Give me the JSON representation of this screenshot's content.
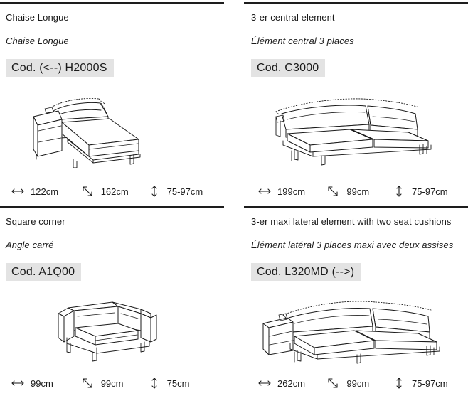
{
  "document": {
    "type": "furniture-spec-sheet",
    "columns": 2,
    "rows": 2,
    "badge_color": "#e3e3e3",
    "rule_color": "#1d1d1d",
    "text_color": "#1a1a1a"
  },
  "dimension_labels": {
    "width_icon": "horizontal-double-arrow-icon",
    "depth_icon": "diagonal-arrow-icon",
    "height_icon": "vertical-double-arrow-icon"
  },
  "items": [
    {
      "id": "chaise-longue",
      "title_en": "Chaise Longue",
      "title_fr": "Chaise Longue",
      "code": "Cod. (<--) H2000S",
      "illustration": "chaise-longue-drawing",
      "width": "122cm",
      "depth": "162cm",
      "height": "75-97cm"
    },
    {
      "id": "central-element-3",
      "title_en": "3-er central element",
      "title_fr": "Élément central 3 places",
      "code": "Cod. C3000",
      "illustration": "three-seater-central-drawing",
      "width": "199cm",
      "depth": "99cm",
      "height": "75-97cm"
    },
    {
      "id": "square-corner",
      "title_en": "Square corner",
      "title_fr": "Angle carré",
      "code": "Cod. A1Q00",
      "illustration": "square-corner-drawing",
      "width": "99cm",
      "depth": "99cm",
      "height": "75cm"
    },
    {
      "id": "lateral-element-3-maxi",
      "title_en": "3-er maxi lateral element with two seat cushions",
      "title_fr": "Élément latéral 3 places maxi avec deux assises",
      "code": "Cod. L320MD (-->)",
      "illustration": "three-seater-lateral-maxi-drawing",
      "width": "262cm",
      "depth": "99cm",
      "height": "75-97cm"
    }
  ]
}
